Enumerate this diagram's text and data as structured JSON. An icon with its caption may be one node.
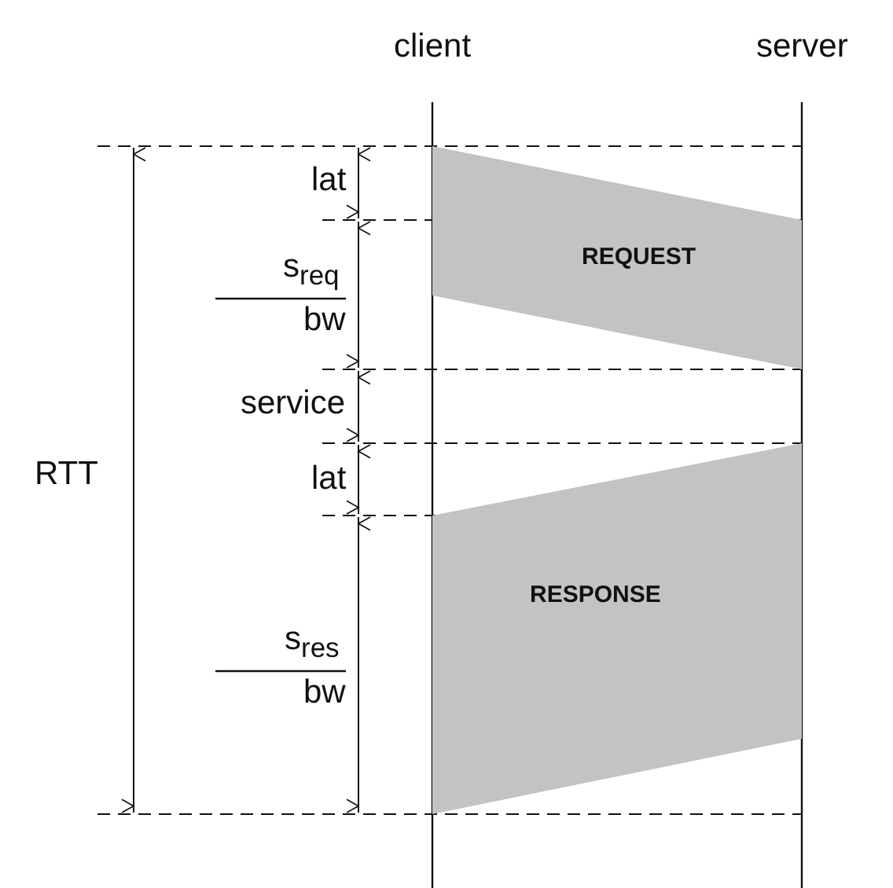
{
  "diagram": {
    "nodes": [
      {
        "text": [
          "REQUEST"
        ]
      },
      {
        "text": [
          "RESPONSE"
        ]
      }
    ],
    "labels": [
      "client",
      "server",
      "lat",
      "s$_{req}$",
      "bw",
      "service",
      "RTT",
      "lat",
      "s$_{res}$",
      "bw"
    ]
  }
}
